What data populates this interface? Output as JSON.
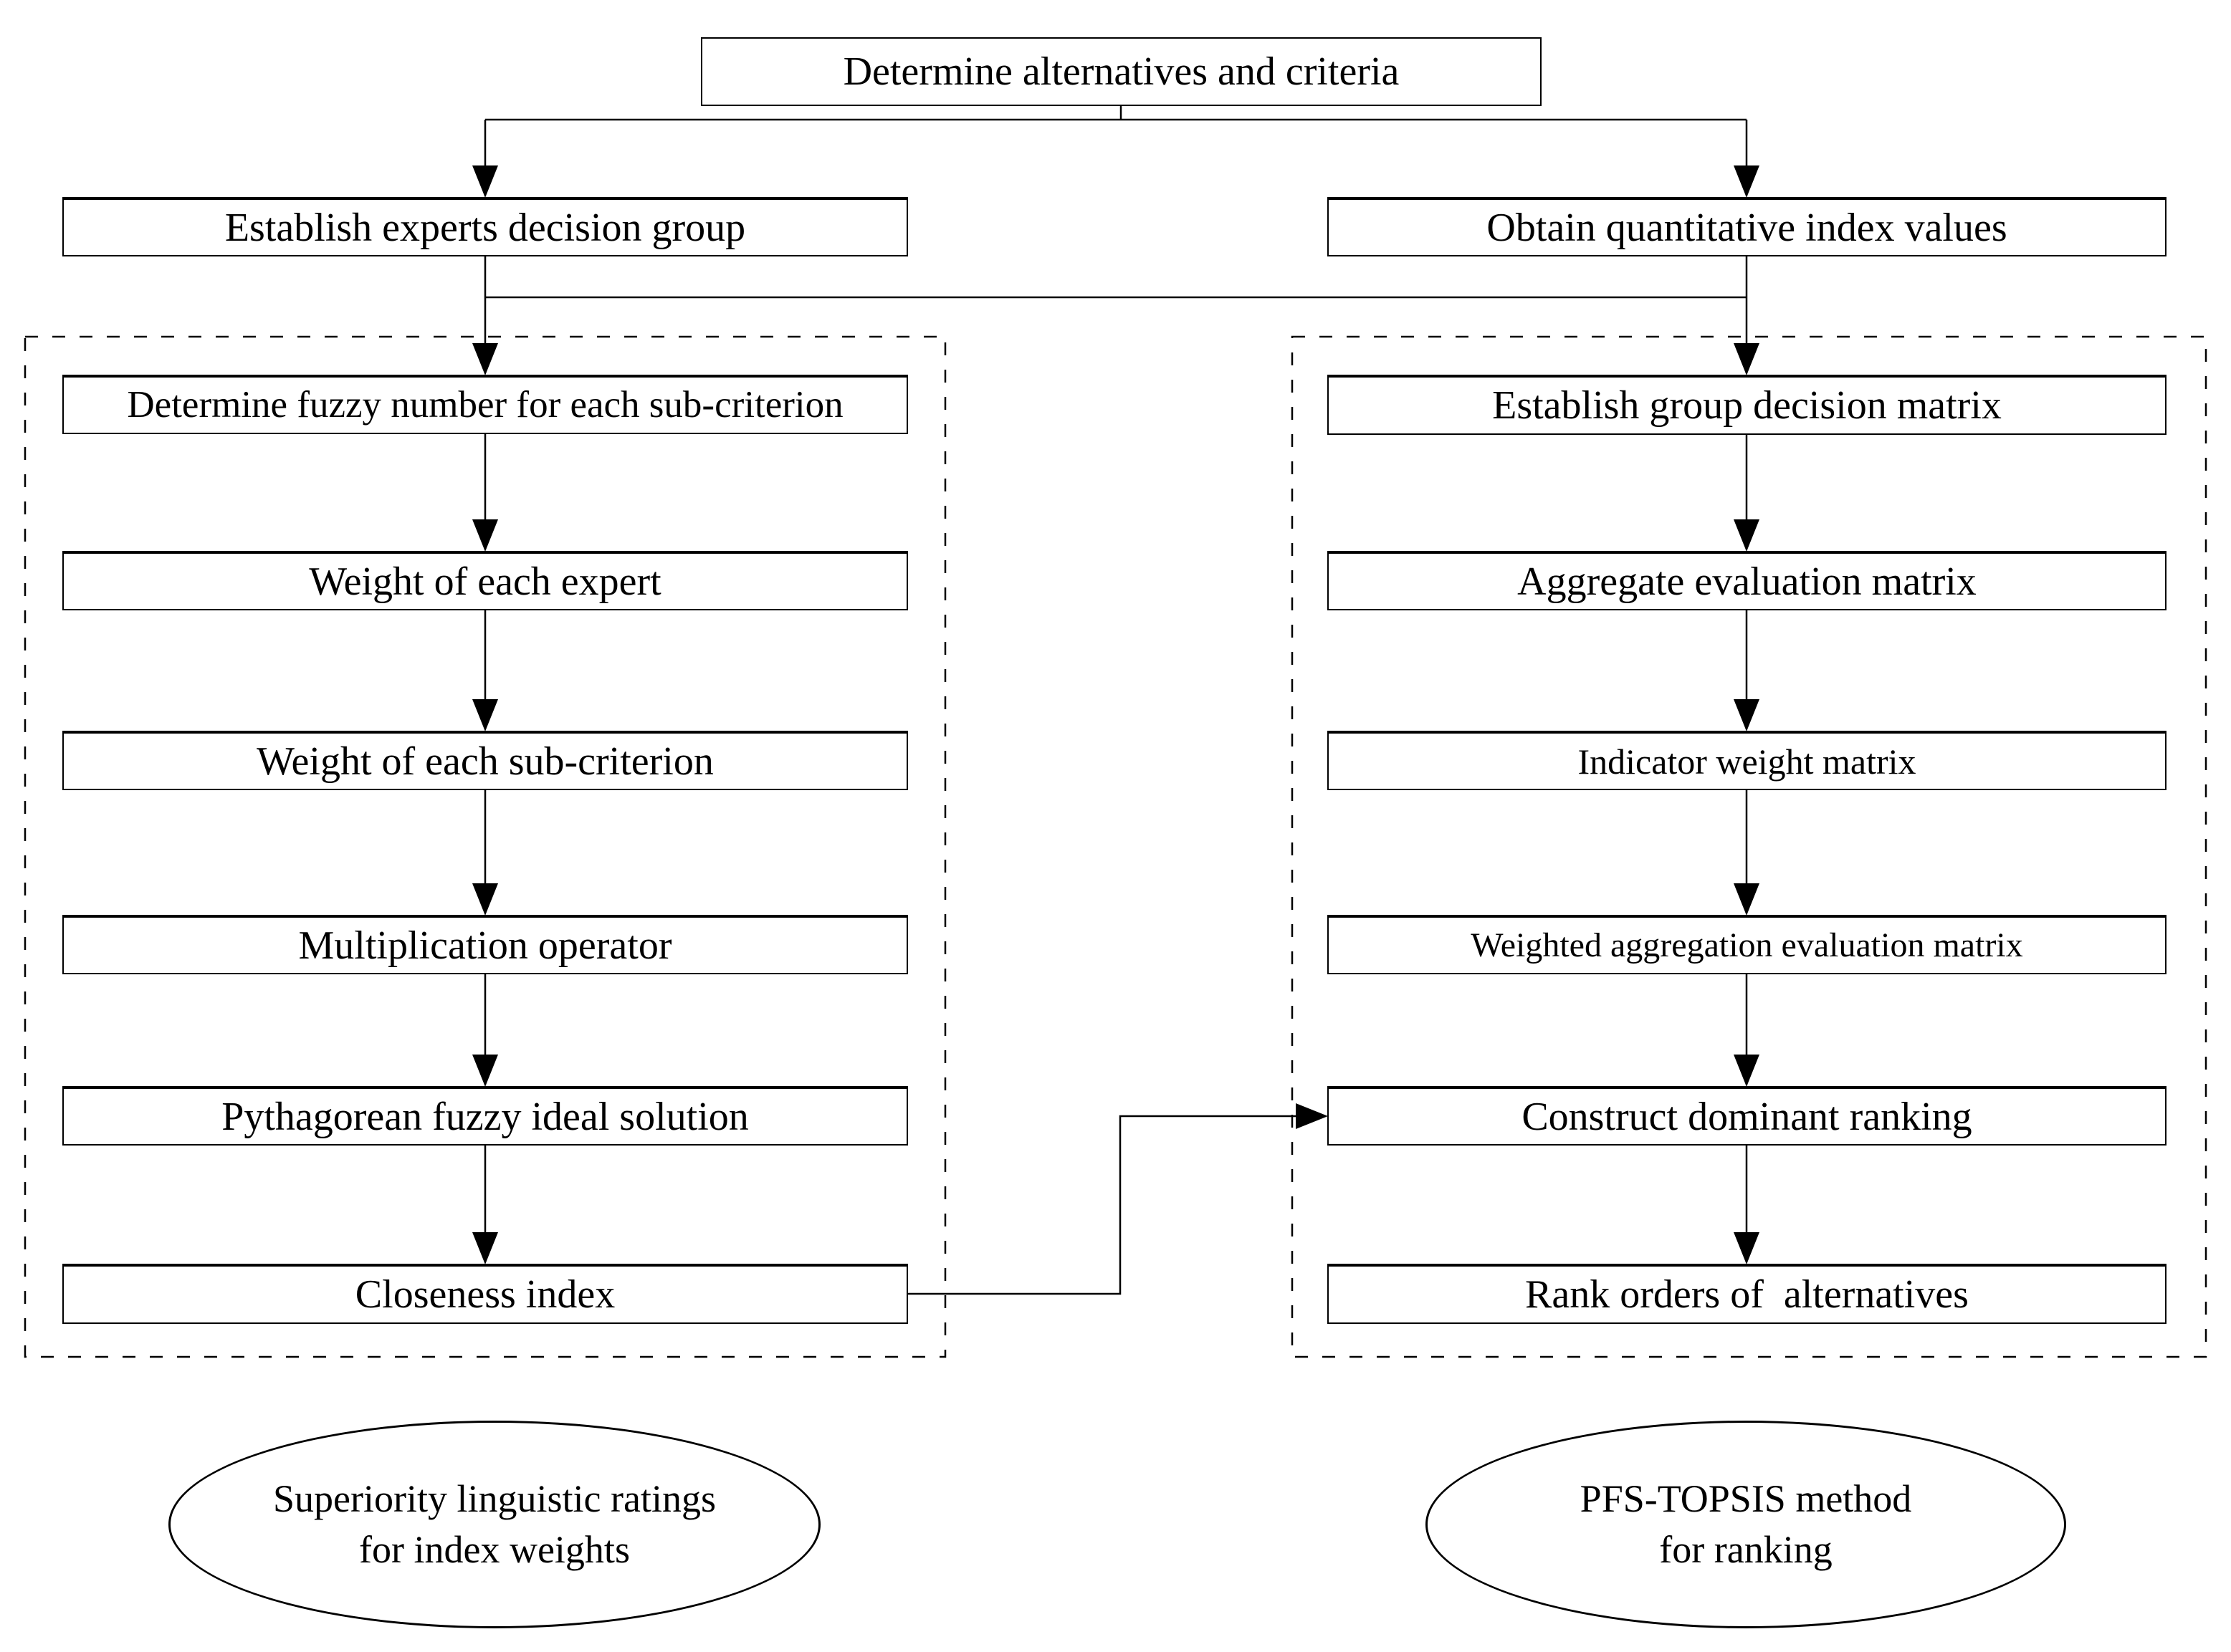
{
  "colors": {
    "stroke": "#000000",
    "background": "#ffffff",
    "text": "#000000"
  },
  "flowchart": {
    "start": {
      "label": "Determine alternatives and criteria"
    },
    "entries": {
      "left": {
        "label": "Establish experts decision group"
      },
      "right": {
        "label": "Obtain quantitative index values"
      }
    },
    "left_group": {
      "steps": [
        {
          "label": "Determine fuzzy number for each sub-criterion"
        },
        {
          "label": "Weight of each expert"
        },
        {
          "label": "Weight of each sub-criterion"
        },
        {
          "label": "Multiplication operator"
        },
        {
          "label": "Pythagorean fuzzy ideal solution"
        },
        {
          "label": "Closeness index"
        }
      ],
      "caption": {
        "line1": "Superiority linguistic ratings",
        "line2": "for index weights"
      }
    },
    "right_group": {
      "steps": [
        {
          "label": "Establish group decision matrix"
        },
        {
          "label": "Aggregate evaluation matrix"
        },
        {
          "label": "Indicator weight matrix"
        },
        {
          "label": "Weighted aggregation evaluation matrix"
        },
        {
          "label": "Construct dominant ranking"
        },
        {
          "label": "Rank orders of  alternatives"
        }
      ],
      "caption": {
        "line1": "PFS-TOPSIS method",
        "line2": "for ranking"
      }
    }
  }
}
